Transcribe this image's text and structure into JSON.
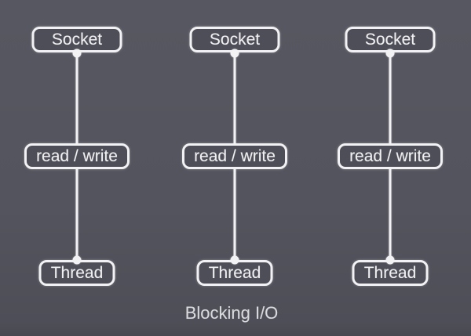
{
  "diagram": {
    "caption": "Blocking I/O",
    "columns": [
      {
        "nodes": [
          {
            "label": "Socket"
          },
          {
            "label": "read / write"
          },
          {
            "label": "Thread"
          }
        ]
      },
      {
        "nodes": [
          {
            "label": "Socket"
          },
          {
            "label": "read / write"
          },
          {
            "label": "Thread"
          }
        ]
      },
      {
        "nodes": [
          {
            "label": "Socket"
          },
          {
            "label": "read / write"
          },
          {
            "label": "Thread"
          }
        ]
      }
    ]
  },
  "colors": {
    "background": "#54545e",
    "node_fill": "#4e4e58",
    "node_border": "#f2f2f4",
    "node_text": "#f0f0f2",
    "connector": "#f2f2f4",
    "caption_text": "#d9d9de"
  }
}
